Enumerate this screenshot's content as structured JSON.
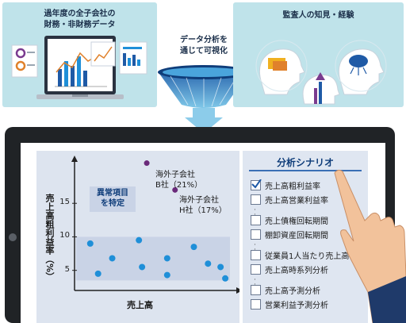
{
  "top_left": {
    "title_line1": "過年度の全子会社の",
    "title_line2": "財務・非財務データ"
  },
  "center": {
    "label_line1": "データ分析を",
    "label_line2": "通じて可視化"
  },
  "top_right": {
    "title": "監査人の知見・経験"
  },
  "scenarios": {
    "title": "分析シナリオ",
    "items": [
      {
        "label": "売上高粗利益率",
        "checked": true
      },
      {
        "label": "売上高営業利益率",
        "checked": false
      },
      {
        "label": "売上債権回転期間",
        "checked": false
      },
      {
        "label": "棚卸資産回転期間",
        "checked": false
      },
      {
        "label": "従業員1人当たり売上高",
        "checked": false
      },
      {
        "label": "売上高時系列分析",
        "checked": false
      },
      {
        "label": "売上高予測分析",
        "checked": false
      },
      {
        "label": "営業利益予測分析",
        "checked": false
      }
    ]
  },
  "annotations": {
    "abnormal_line1": "異常項目",
    "abnormal_line2": "を特定",
    "b_line1": "海外子会社",
    "b_line2": "B社（21%）",
    "h_line1": "海外子会社",
    "h_line2": "H社（17%）"
  },
  "chart_data": {
    "type": "scatter",
    "xlabel": "売上高",
    "ylabel": "売上高粗利益率（%）",
    "yticks": [
      5,
      10,
      15
    ],
    "ylim": [
      2,
      20
    ],
    "normal_range": [
      3.5,
      10
    ],
    "points": [
      {
        "x": 1.0,
        "y": 9.0
      },
      {
        "x": 1.5,
        "y": 4.5
      },
      {
        "x": 2.4,
        "y": 6.8
      },
      {
        "x": 4.1,
        "y": 9.5
      },
      {
        "x": 4.3,
        "y": 5.5
      },
      {
        "x": 5.9,
        "y": 6.8
      },
      {
        "x": 5.9,
        "y": 4.3
      },
      {
        "x": 7.6,
        "y": 8.5
      },
      {
        "x": 8.5,
        "y": 6.0
      },
      {
        "x": 9.3,
        "y": 5.5
      },
      {
        "x": 9.6,
        "y": 3.8
      }
    ],
    "outliers": [
      {
        "x": 4.6,
        "y": 21,
        "label": "B社"
      },
      {
        "x": 6.4,
        "y": 17,
        "label": "H社"
      }
    ],
    "colors": {
      "point": "#1f8fd8",
      "outlier": "#6a2a7a",
      "band": "#c9d3e6"
    }
  }
}
